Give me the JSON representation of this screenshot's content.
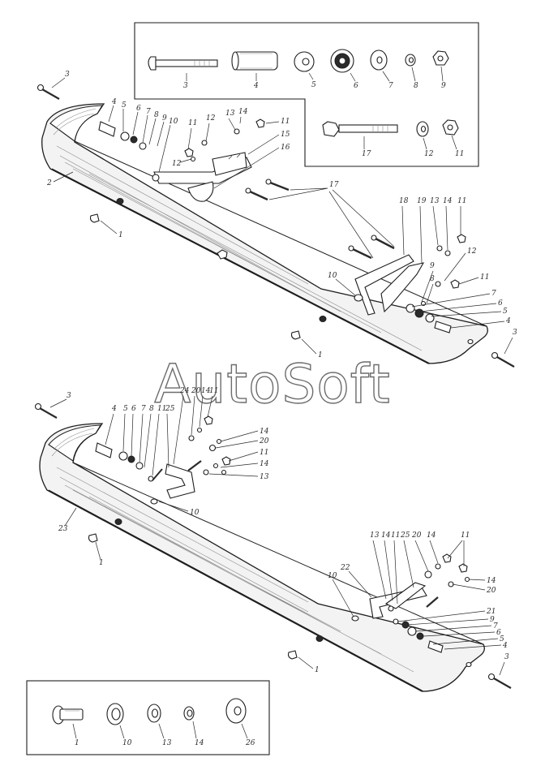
{
  "watermark": "AutoSoft",
  "box_top_labels": [
    "3",
    "4",
    "5",
    "6",
    "7",
    "8",
    "9"
  ],
  "box_mid_labels": [
    "17",
    "12",
    "11"
  ],
  "box_bottom_labels": [
    "1",
    "10",
    "13",
    "14",
    "26"
  ],
  "front_bumper_labels": {
    "l3": "3",
    "l4": "4",
    "l5": "5",
    "l6": "6",
    "l7": "7",
    "l8": "8",
    "l9": "9",
    "l10": "10",
    "l12a": "12",
    "l12b": "12",
    "l14": "14",
    "l13": "13",
    "l11a": "11",
    "l11b": "11",
    "l15": "15",
    "l16": "16",
    "l2": "2",
    "l1": "1",
    "l17": "17",
    "l18": "18",
    "l19": "19",
    "l13b": "13",
    "l14b": "14",
    "l11c": "11",
    "l12c": "12",
    "l10b": "10",
    "l9b": "9",
    "l8b": "8",
    "l11d": "11",
    "l7b": "7",
    "l6b": "6",
    "l5b": "5",
    "l4b": "4",
    "l3b": "3",
    "l1b": "1"
  },
  "rear_bumper_labels": {
    "l3": "3",
    "l4": "4",
    "l5": "5",
    "l6": "6",
    "l7": "7",
    "l8": "8",
    "l11": "11",
    "l25": "25",
    "l24": "24",
    "l20": "20",
    "l14": "14",
    "l11b": "11",
    "l14b": "14",
    "l20b": "20",
    "l11c": "11",
    "l14c": "14",
    "l13": "13",
    "l10": "10",
    "l23": "23",
    "l1": "1",
    "l13b": "13",
    "l14d": "14",
    "l11d": "11",
    "l25b": "25",
    "l20c": "20",
    "l14e": "14",
    "l11e": "11",
    "l22": "22",
    "l10b": "10",
    "l14f": "14",
    "l20d": "20",
    "l21": "21",
    "l9": "9",
    "l7b": "7",
    "l6b": "6",
    "l5b": "5",
    "l4b": "4",
    "l3b": "3",
    "l1b": "1"
  }
}
